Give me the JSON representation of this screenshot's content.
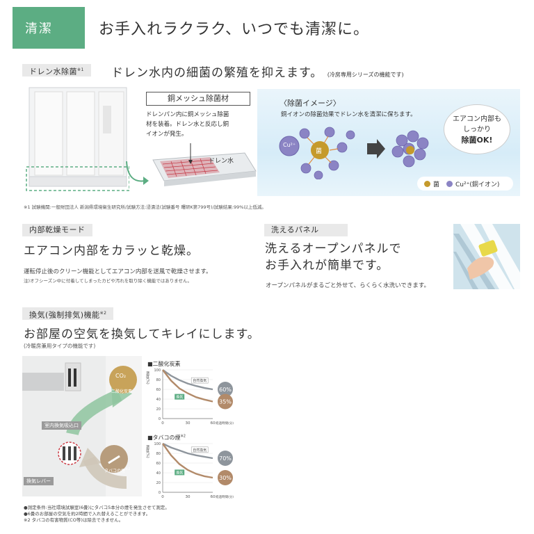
{
  "header": {
    "badge": "清潔",
    "title": "お手入れラクラク、いつでも清潔に。"
  },
  "drain": {
    "tag": "ドレン水除菌",
    "tag_note": "※1",
    "title": "ドレン水内の細菌の繁殖を抑えます。",
    "title_note": "(冷房専用シリーズの機能です)",
    "mesh_title": "銅メッシュ除菌材",
    "mesh_desc": [
      "ドレンパン内に銅メッシュ除菌",
      "材を装着。ドレン水と反応し銅",
      "イオンが発生。"
    ],
    "drain_label": "ドレン水",
    "image_title": "〈除菌イメージ〉",
    "image_desc": "銅イオンの除菌効果でドレン水を清潔に保ちます。",
    "cu_label": "Cu²⁺",
    "bacteria_label": "菌",
    "bubble": [
      "エアコン内部も",
      "しっかり",
      "除菌OK!"
    ],
    "legend_bacteria": "菌",
    "legend_cu": "Cu²⁺(銅イオン)",
    "footnote": "※1 試験機関:一般財団法人 新潟県環境衛生研究所/試験方法:浸漬法(試験番号 曙研K第799号)/試験結果:99%以上低減。"
  },
  "dry": {
    "tag": "内部乾燥モード",
    "title": "エアコン内部をカラッと乾燥。",
    "desc": "運転停止後のクリーン機能としてエアコン内部を送風で乾燥させます。",
    "note": "注)オフシーズン中に付着してしまったカビや汚れを取り除く機能ではありません。"
  },
  "panel": {
    "tag": "洗えるパネル",
    "title_lines": [
      "洗えるオープンパネルで",
      "お手入れが簡単です。"
    ],
    "desc": "オープンパネルがまるごと外せて、らくらく水洗いできます。"
  },
  "vent": {
    "tag": "換気(強制排気)機能",
    "tag_note": "※2",
    "title": "お部屋の空気を換気してキレイにします。",
    "subtitle": "(冷暖房兼用タイプの機能です)",
    "co2_label": "CO₂",
    "co2_sub": "二酸化炭素",
    "inlet_label": "室内換気吸込口",
    "lever_label": "換気レバー",
    "smoke_label": "タバコの煙",
    "smoke_note": "※2",
    "footnotes": [
      "●測定条件:当社環境試験室(6畳)にタバコ5本分の煙を発生させて測定。",
      "●6畳のお部屋の空気を約2時間で入れ替えることができます。",
      "※2 タバコの有害物質(CO等)は除去できません。"
    ]
  },
  "chart_data": [
    {
      "type": "line",
      "title": "■二酸化炭素",
      "ylabel": "濃度(%)",
      "xlabel": "経過時間(分)",
      "x_ticks": [
        0,
        30,
        60
      ],
      "y_ticks": [
        0,
        20,
        40,
        60,
        80,
        100
      ],
      "xlim": [
        0,
        60
      ],
      "ylim": [
        0,
        100
      ],
      "series": [
        {
          "name": "自然換気",
          "x": [
            0,
            10,
            20,
            30,
            40,
            50,
            60
          ],
          "y": [
            100,
            88,
            79,
            72,
            67,
            63,
            60
          ],
          "end_label": "60%"
        },
        {
          "name": "換気",
          "x": [
            0,
            10,
            20,
            30,
            40,
            50,
            60
          ],
          "y": [
            100,
            78,
            62,
            52,
            44,
            39,
            35
          ],
          "end_label": "35%"
        }
      ]
    },
    {
      "type": "line",
      "title": "■タバコの煙",
      "title_note": "※2",
      "ylabel": "濃度(%)",
      "xlabel": "経過時間(分)",
      "x_ticks": [
        0,
        30,
        60
      ],
      "y_ticks": [
        0,
        20,
        40,
        60,
        80,
        100
      ],
      "xlim": [
        0,
        60
      ],
      "ylim": [
        0,
        100
      ],
      "series": [
        {
          "name": "自然換気",
          "x": [
            0,
            10,
            20,
            30,
            40,
            50,
            60
          ],
          "y": [
            100,
            92,
            86,
            80,
            76,
            73,
            70
          ],
          "end_label": "70%"
        },
        {
          "name": "換気",
          "x": [
            0,
            10,
            20,
            30,
            40,
            50,
            60
          ],
          "y": [
            100,
            76,
            58,
            46,
            38,
            33,
            30
          ],
          "end_label": "30%"
        }
      ]
    }
  ],
  "colors": {
    "green": "#5cad83",
    "gold": "#c59a2c",
    "copper": "#b28a69",
    "gray": "#8e959c",
    "purple": "#8b84c4"
  }
}
